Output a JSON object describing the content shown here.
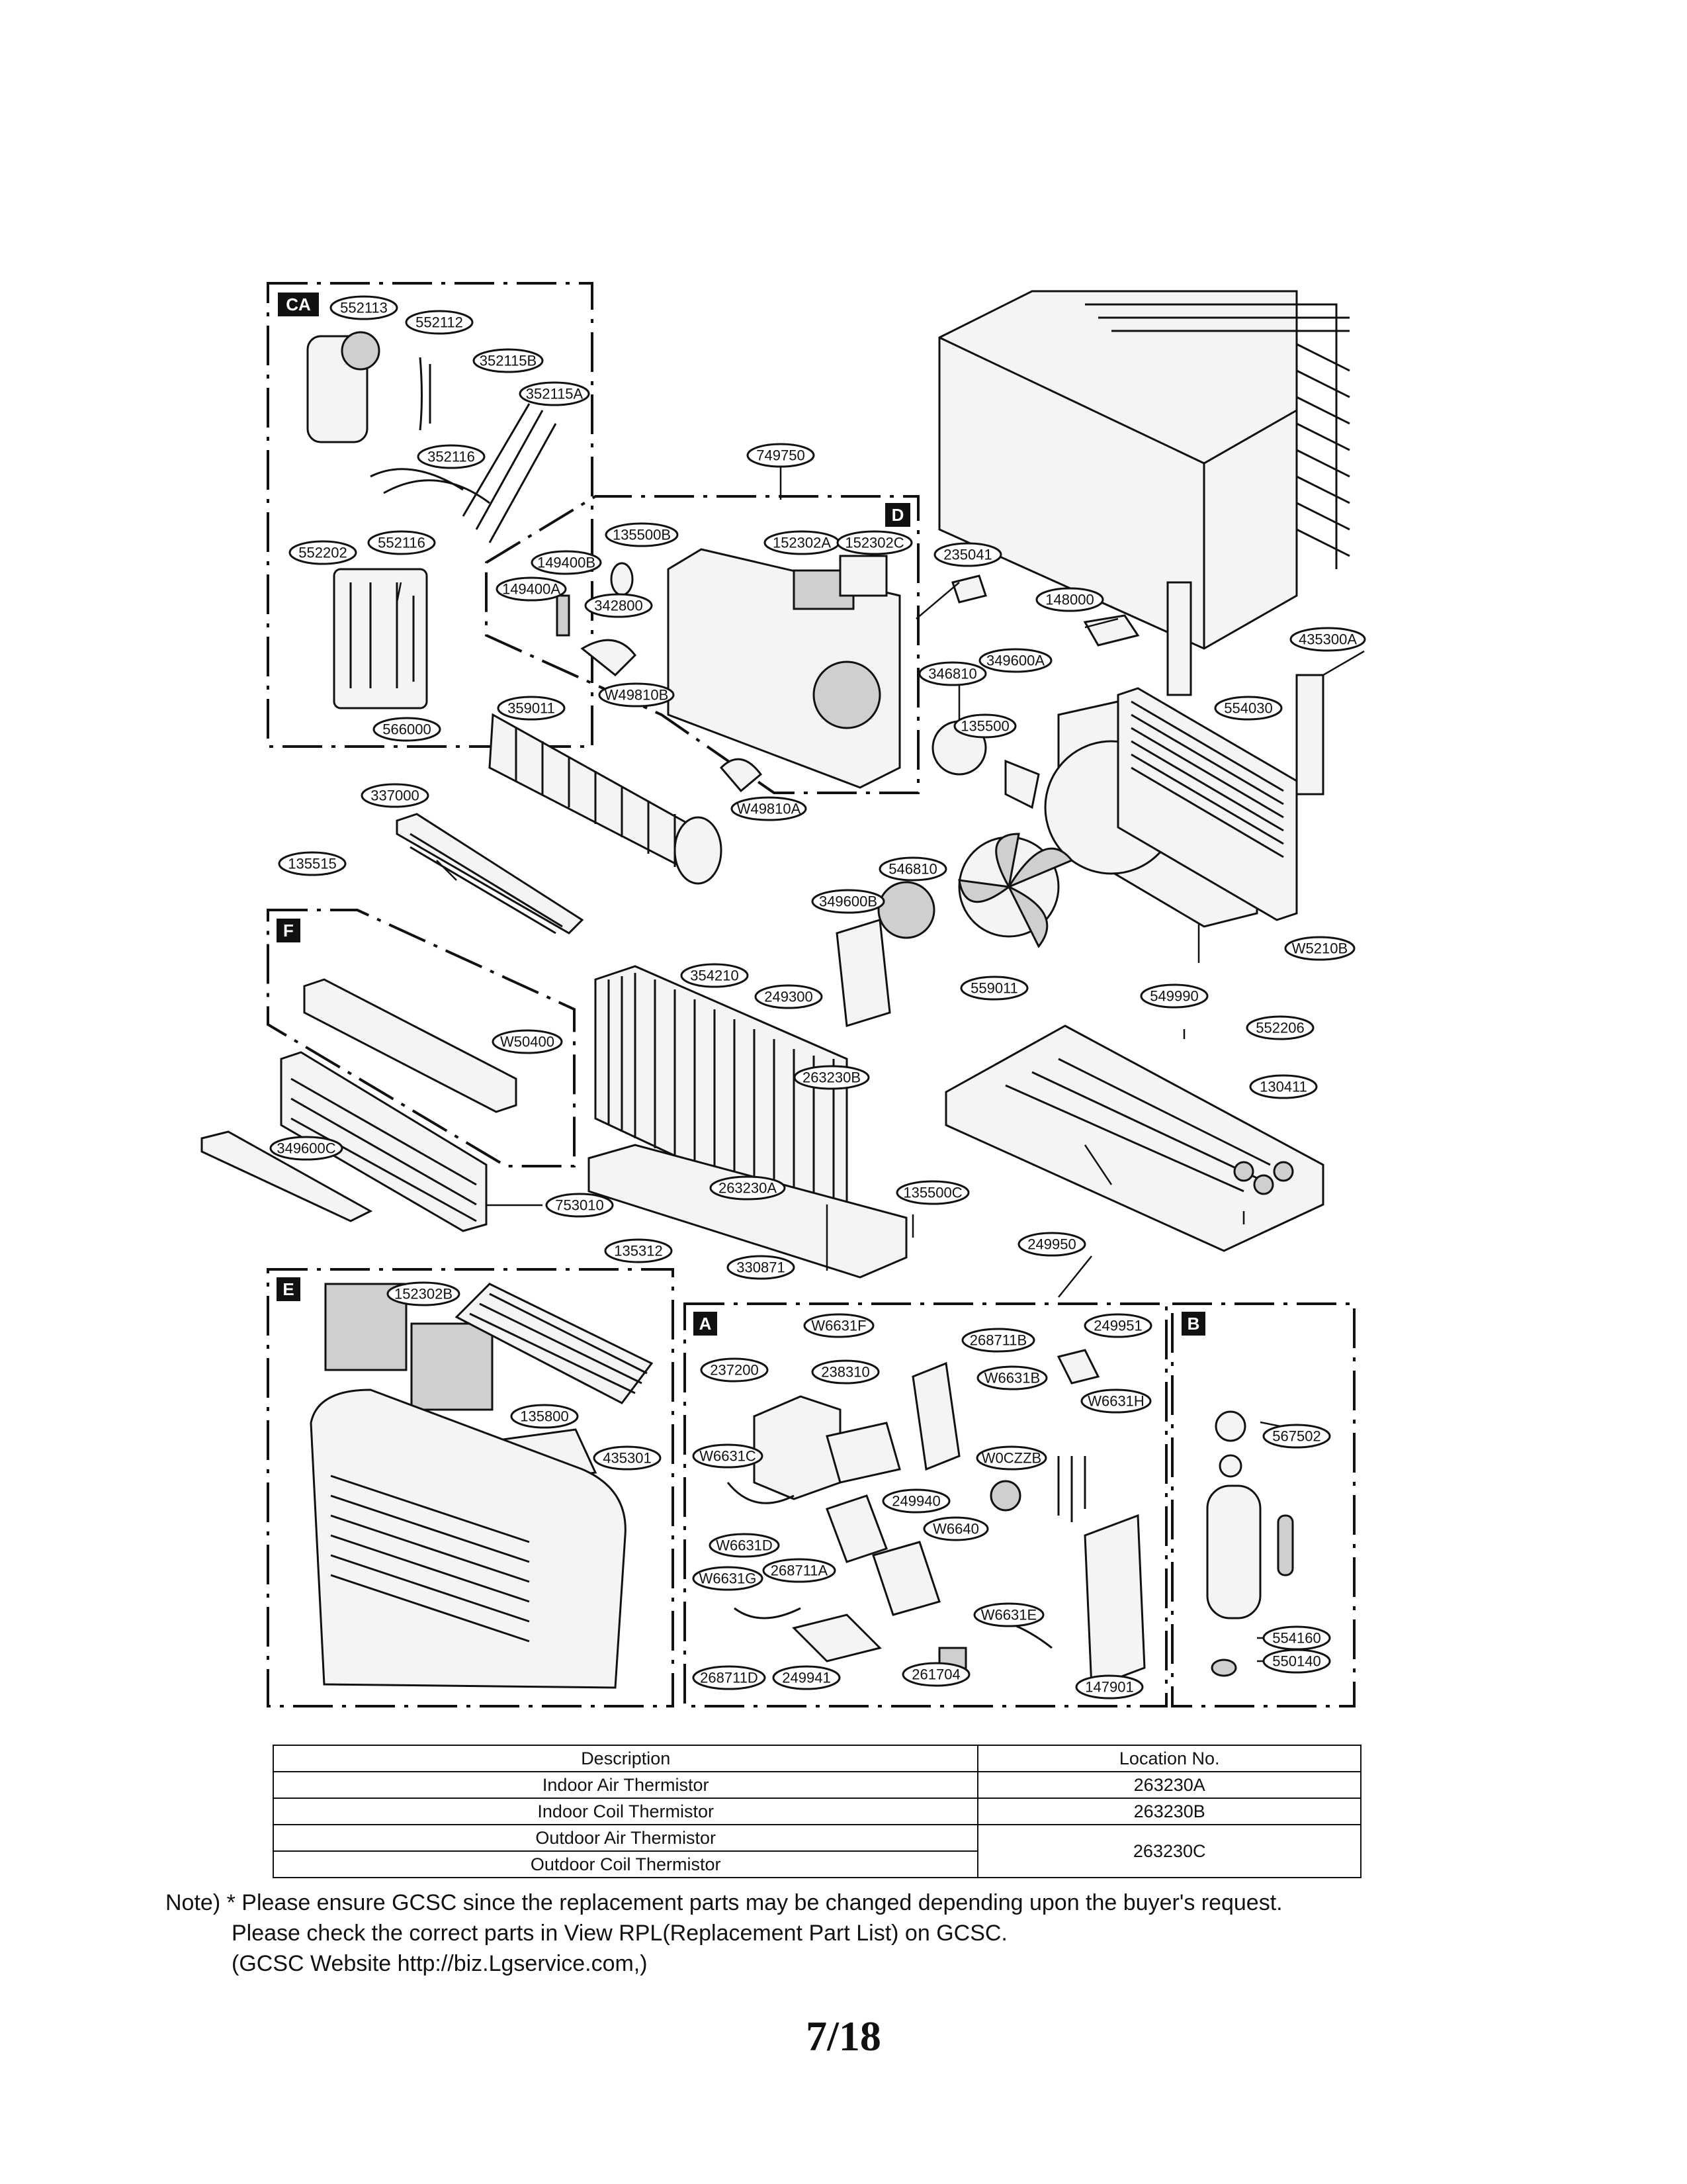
{
  "sections": {
    "CA": "CA",
    "D": "D",
    "F": "F",
    "E": "E",
    "A": "A",
    "B": "B"
  },
  "part_tags": {
    "t552113": "552113",
    "t552112": "552112",
    "t352115B": "352115B",
    "t352115A": "352115A",
    "t352116": "352116",
    "t552202": "552202",
    "t552116": "552116",
    "t566000": "566000",
    "t749750": "749750",
    "t135500B": "135500B",
    "t149400B": "149400B",
    "t149400A": "149400A",
    "t342800": "342800",
    "t152302A": "152302A",
    "t152302C": "152302C",
    "t235041": "235041",
    "t148000": "148000",
    "t435300A": "435300A",
    "tW49810B": "W49810B",
    "t359011": "359011",
    "tW49810A": "W49810A",
    "t346810": "346810",
    "t349600A": "349600A",
    "t135500": "135500",
    "t554030": "554030",
    "t337000": "337000",
    "t135515": "135515",
    "t546810": "546810",
    "t349600B": "349600B",
    "tW5210B": "W5210B",
    "t354210": "354210",
    "t249300": "249300",
    "t559011": "559011",
    "t549990": "549990",
    "tW50400": "W50400",
    "t552206": "552206",
    "t263230B": "263230B",
    "t130411": "130411",
    "t349600C": "349600C",
    "t263230A": "263230A",
    "t135500C": "135500C",
    "t753010": "753010",
    "t135312": "135312",
    "t330871": "330871",
    "t249950": "249950",
    "t152302B": "152302B",
    "tW6631F": "W6631F",
    "t268711B": "268711B",
    "t249951": "249951",
    "t237200": "237200",
    "t238310": "238310",
    "tW6631B": "W6631B",
    "tW6631H": "W6631H",
    "t135800": "135800",
    "t435301": "435301",
    "tW6631C": "W6631C",
    "tW0CZZB": "W0CZZB",
    "t567502": "567502",
    "t249940": "249940",
    "tW6640": "W6640",
    "tW6631D": "W6631D",
    "tW6631G": "W6631G",
    "t268711A": "268711A",
    "tW6631E": "W6631E",
    "t554160": "554160",
    "t550140": "550140",
    "t268711D": "268711D",
    "t249941": "249941",
    "t261704": "261704",
    "t147901": "147901"
  },
  "table": {
    "headers": {
      "description": "Description",
      "location": "Location No."
    },
    "rows": [
      {
        "description": "Indoor Air Thermistor",
        "location": "263230A"
      },
      {
        "description": "Indoor Coil Thermistor",
        "location": "263230B"
      },
      {
        "description": "Outdoor Air Thermistor",
        "location": "263230C"
      },
      {
        "description": "Outdoor Coil Thermistor"
      }
    ]
  },
  "note": {
    "line1": "Note) * Please ensure GCSC since the replacement parts may be changed depending upon the buyer's request.",
    "line2": "Please check  the correct parts in View RPL(Replacement Part List) on GCSC.",
    "line3": "(GCSC Website  http://biz.Lgservice.com,)"
  },
  "page_number": "7/18"
}
